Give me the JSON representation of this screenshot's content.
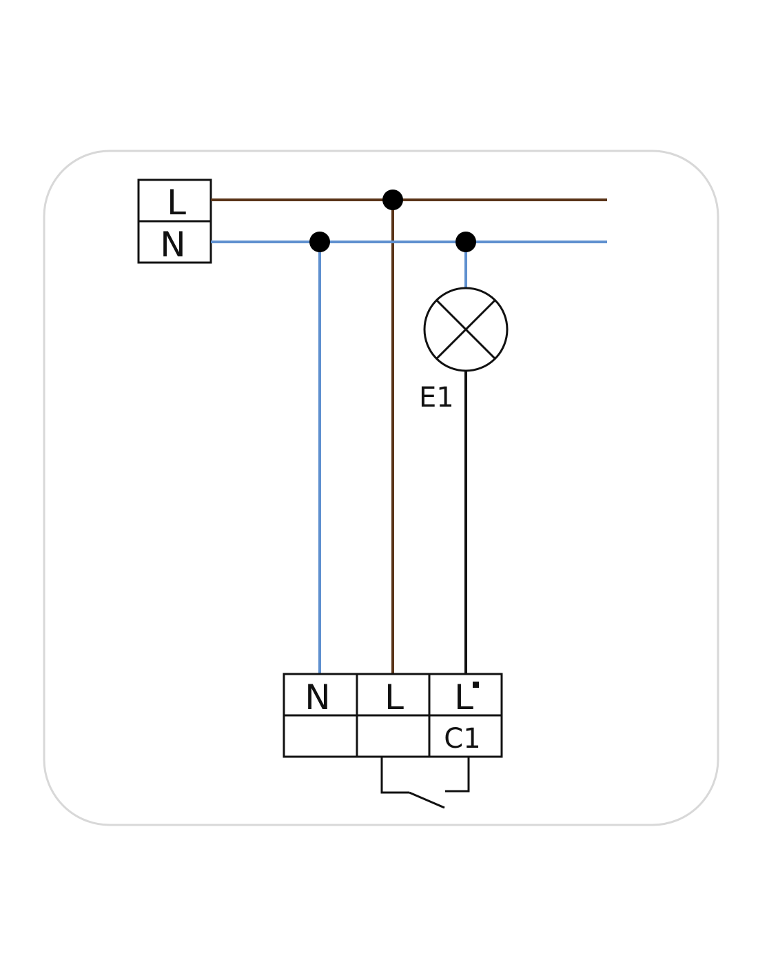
{
  "supply_terminal": {
    "line_label": "L",
    "neutral_label": "N"
  },
  "lamp": {
    "label": "E1"
  },
  "device_terminal": {
    "neutral_label": "N",
    "line_label": "L",
    "switched_line_label": "L",
    "contact_label": "C1"
  },
  "colors": {
    "line_wire": "#5a3418",
    "neutral_wire": "#5f90cf",
    "switched_wire": "#111111",
    "frame_border": "#d8d8d8",
    "outline": "#111111"
  }
}
